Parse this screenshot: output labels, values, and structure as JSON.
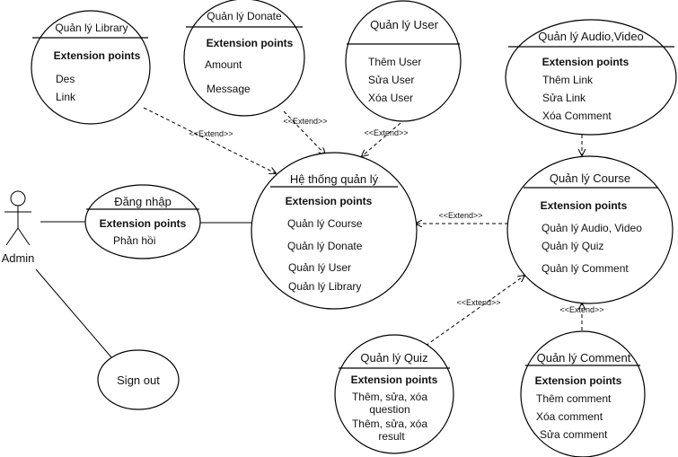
{
  "actor": {
    "label": "Admin"
  },
  "extend_label": "<<Extend>>",
  "usecases": {
    "library": {
      "title": "Quản lý Library",
      "ep": "Extension points",
      "items": [
        "Des",
        "Link"
      ]
    },
    "donate": {
      "title": "Quản lý Donate",
      "ep": "Extension points",
      "items": [
        "Amount",
        "Message"
      ]
    },
    "user": {
      "title": "Quản lý User",
      "items": [
        "Thêm User",
        "Sửa User",
        "Xóa User"
      ]
    },
    "audio": {
      "title": "Quản lý Audio,Video",
      "ep": "Extension points",
      "items": [
        "Thêm Link",
        "Sửa Link",
        "Xóa Comment"
      ]
    },
    "login": {
      "title": "Đăng nhập",
      "ep": "Extension points",
      "items": [
        "Phản hồi"
      ]
    },
    "system": {
      "title": "Hệ thống quản lý",
      "ep": "Extension points",
      "items": [
        "Quản lý Course",
        "Quản lý Donate",
        "Quản lý User",
        "Quản lý Library"
      ]
    },
    "course": {
      "title": "Quản lý Course",
      "ep": "Extension points",
      "items": [
        "Quản lý Audio, Video",
        "Quản lý Quiz",
        "Quản lý Comment"
      ]
    },
    "signout": {
      "title": "Sign out"
    },
    "quiz": {
      "title": "Quản lý Quiz",
      "ep": "Extension points",
      "items": [
        "Thêm, sửa, xóa",
        "question",
        "Thêm, sửa, xóa",
        "result"
      ]
    },
    "comment": {
      "title": "Quản lý Comment",
      "ep": "Extension points",
      "items": [
        "Thêm comment",
        "Xóa comment",
        "Sửa comment"
      ]
    }
  }
}
